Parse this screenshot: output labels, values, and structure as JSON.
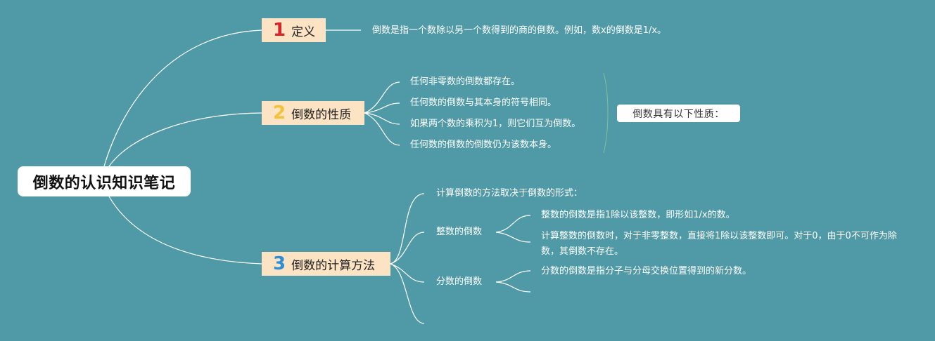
{
  "root": {
    "title": "倒数的认识知识笔记"
  },
  "colors": {
    "background": "#4f9aa6",
    "branch_fill": "#fbe3c4",
    "num1": "#d7262a",
    "num2": "#f3c23a",
    "num3": "#2a8fd6",
    "line": "#ffffff"
  },
  "branches": [
    {
      "num": "1",
      "label": "定义",
      "children": [
        "倒数是指一个数除以另一个数得到的商的倒数。例如，数x的倒数是1/x。"
      ]
    },
    {
      "num": "2",
      "label": "倒数的性质",
      "children": [
        "任何非零数的倒数都存在。",
        "任何数的倒数与其本身的符号相同。",
        "如果两个数的乘积为1，则它们互为倒数。",
        "任何数的倒数的倒数仍为该数本身。"
      ],
      "summary": "倒数具有以下性质："
    },
    {
      "num": "3",
      "label": "倒数的计算方法",
      "intro": "计算倒数的方法取决于倒数的形式：",
      "subs": [
        {
          "label": "整数的倒数",
          "children": [
            "整数的倒数是指1除以该整数，即形如1/x的数。",
            "计算整数的倒数时，对于非零整数，直接将1除以该整数即可。对于0，由于0不可作为除数，其倒数不存在。"
          ]
        },
        {
          "label": "分数的倒数",
          "children": [
            "分数的倒数是指分子与分母交换位置得到的新分数。"
          ]
        }
      ]
    }
  ]
}
